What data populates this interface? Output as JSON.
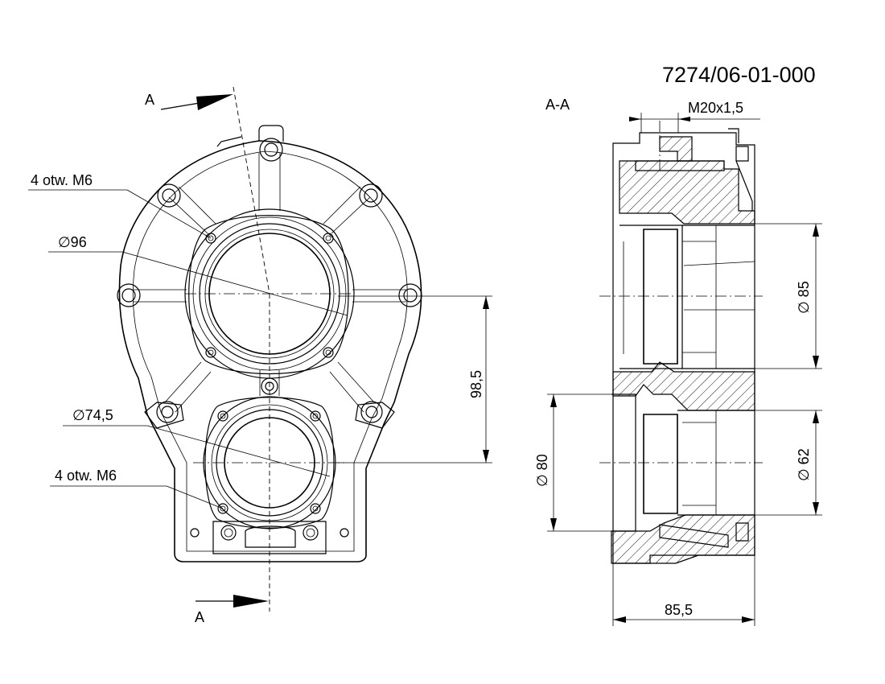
{
  "drawing_number": "7274/06-01-000",
  "section": {
    "label": "A-A",
    "marker_top": "A",
    "marker_bottom": "A"
  },
  "front_view": {
    "callouts": {
      "holes_upper": "4 otw. M6",
      "bore_upper": "∅96",
      "bore_lower": "∅74,5",
      "holes_lower": "4 otw. M6"
    },
    "dimension_center_distance": "98,5"
  },
  "section_view": {
    "thread": "M20x1,5",
    "dim_bore_upper": "∅ 85",
    "dim_bore_lower": "∅ 62",
    "dim_outer_lower": "∅ 80",
    "dim_width": "85,5"
  }
}
